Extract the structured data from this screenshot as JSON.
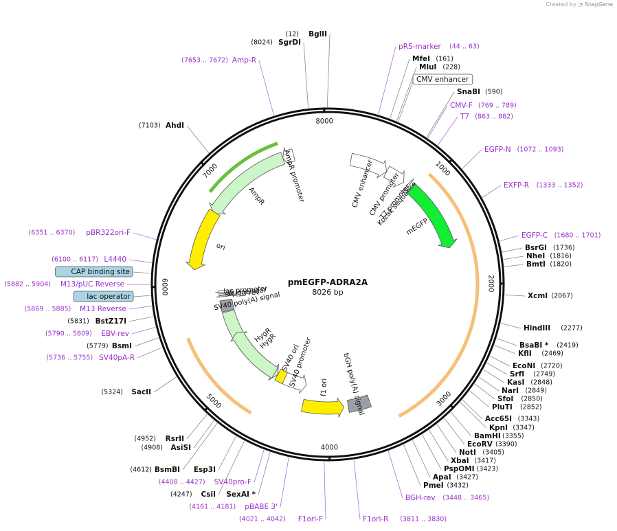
{
  "credit": {
    "prefix": "Created by",
    "brand": "SnapGene"
  },
  "title": "pmEGFP-ADRA2A",
  "size_text": "8026 bp",
  "total_bp": 8026,
  "ticks": [
    {
      "label": "1000",
      "pos": 1000
    },
    {
      "label": "2000",
      "pos": 2000
    },
    {
      "label": "3000",
      "pos": 3000
    },
    {
      "label": "4000",
      "pos": 4000
    },
    {
      "label": "5000",
      "pos": 5000
    },
    {
      "label": "6000",
      "pos": 6000
    },
    {
      "label": "7000",
      "pos": 7000
    },
    {
      "label": "8000",
      "pos": 8000
    }
  ],
  "features": [
    {
      "name": "AmpR promoter",
      "start": 7590,
      "end": 7695,
      "strand": -1,
      "color": "#ffffff"
    },
    {
      "name": "AmpR",
      "start": 6730,
      "end": 7590,
      "strand": -1,
      "color": "#ccf5c8"
    },
    {
      "name": "ori",
      "start": 6160,
      "end": 6745,
      "strand": -1,
      "color": "#ffee00"
    },
    {
      "name": "CMV enhancer",
      "start": 235,
      "end": 614,
      "strand": 1,
      "color": "#ffffff"
    },
    {
      "name": "CMV promoter",
      "start": 615,
      "end": 818,
      "strand": 1,
      "color": "#ffffff"
    },
    {
      "name": "T7 promoter",
      "start": 863,
      "end": 881,
      "strand": 1,
      "color": "#ffffff"
    },
    {
      "name": "Kozak sequence",
      "start": 904,
      "end": 913,
      "strand": 0,
      "color": "#ffffff"
    },
    {
      "name": "mEGFP",
      "start": 916,
      "end": 1635,
      "strand": 1,
      "color": "#11ee33"
    },
    {
      "name": "bGH poly(A) signal",
      "start": 3575,
      "end": 3800,
      "strand": 0,
      "color": "#9aa0a6"
    },
    {
      "name": "f1 ori",
      "start": 3846,
      "end": 4275,
      "strand": -1,
      "color": "#ffee00"
    },
    {
      "name": "SV40 promoter",
      "start": 4280,
      "end": 4610,
      "strand": -1,
      "color": "#ffffff"
    },
    {
      "name": "HygR",
      "start": 4660,
      "end": 5680,
      "strand": -1,
      "color": "#ccf5c8"
    },
    {
      "name": "SV40 ori",
      "start": 4560,
      "end": 4660,
      "strand": 0,
      "color": "#ffee00"
    },
    {
      "name": "HygR",
      "start": 4700,
      "end": 5400,
      "strand": 1,
      "color": "#ccf5c8"
    },
    {
      "name": "SV40 poly(A) signal",
      "start": 5690,
      "end": 5825,
      "strand": 0,
      "color": "#9aa0a6"
    },
    {
      "name": "M13 rev",
      "start": 5869,
      "end": 5885,
      "strand": -1,
      "color": "#ffffff"
    },
    {
      "name": "lac operator",
      "start": 5893,
      "end": 5909,
      "strand": 0,
      "color": "#ffffff"
    },
    {
      "name": "lac promoter",
      "start": 5917,
      "end": 5947,
      "strand": -1,
      "color": "#ffffff"
    }
  ],
  "orfs": [
    {
      "start": 950,
      "end": 3380,
      "strand": 1,
      "color": "#f6c078"
    },
    {
      "start": 4700,
      "end": 5550,
      "strand": 1,
      "color": "#f6c078"
    },
    {
      "start": 6870,
      "end": 7590,
      "strand": -1,
      "color": "#6abf3e"
    }
  ],
  "labels": [
    {
      "name": "BglII",
      "pos": "(12)",
      "kind": "enzyme"
    },
    {
      "name": "SgrDI",
      "pos": "(8024)",
      "kind": "enzyme"
    },
    {
      "name": "pRS-marker",
      "pos": "(44 .. 63)",
      "kind": "primer"
    },
    {
      "name": "MfeI",
      "pos": "(161)",
      "kind": "enzyme"
    },
    {
      "name": "MluI",
      "pos": "(228)",
      "kind": "enzyme"
    },
    {
      "name": "CMV enhancer",
      "pos": "",
      "kind": "boxed"
    },
    {
      "name": "SnaBI",
      "pos": "(590)",
      "kind": "enzyme"
    },
    {
      "name": "CMV-F",
      "pos": "(769 .. 789)",
      "kind": "primer"
    },
    {
      "name": "T7",
      "pos": "(863 .. 882)",
      "kind": "primer"
    },
    {
      "name": "EGFP-N",
      "pos": "(1072 .. 1093)",
      "kind": "primer"
    },
    {
      "name": "EXFP-R",
      "pos": "(1333 .. 1352)",
      "kind": "primer"
    },
    {
      "name": "EGFP-C",
      "pos": "(1680 .. 1701)",
      "kind": "primer"
    },
    {
      "name": "BsrGI",
      "pos": "(1736)",
      "kind": "enzyme"
    },
    {
      "name": "NheI",
      "pos": "(1816)",
      "kind": "enzyme"
    },
    {
      "name": "BmtI",
      "pos": "(1820)",
      "kind": "enzyme"
    },
    {
      "name": "XcmI",
      "pos": "(2067)",
      "kind": "enzyme"
    },
    {
      "name": "HindIII",
      "pos": "(2277)",
      "kind": "enzyme"
    },
    {
      "name": "BsaBI *",
      "pos": "(2419)",
      "kind": "enzyme"
    },
    {
      "name": "KflI",
      "pos": "(2469)",
      "kind": "enzyme"
    },
    {
      "name": "EcoNI",
      "pos": "(2720)",
      "kind": "enzyme"
    },
    {
      "name": "SrfI",
      "pos": "(2749)",
      "kind": "enzyme"
    },
    {
      "name": "KasI",
      "pos": "(2848)",
      "kind": "enzyme"
    },
    {
      "name": "NarI",
      "pos": "(2849)",
      "kind": "enzyme"
    },
    {
      "name": "SfoI",
      "pos": "(2850)",
      "kind": "enzyme"
    },
    {
      "name": "PluTI",
      "pos": "(2852)",
      "kind": "enzyme"
    },
    {
      "name": "Acc65I",
      "pos": "(3343)",
      "kind": "enzyme"
    },
    {
      "name": "KpnI",
      "pos": "(3347)",
      "kind": "enzyme"
    },
    {
      "name": "BamHI",
      "pos": "(3355)",
      "kind": "enzyme"
    },
    {
      "name": "EcoRV",
      "pos": "(3390)",
      "kind": "enzyme"
    },
    {
      "name": "NotI",
      "pos": "(3405)",
      "kind": "enzyme"
    },
    {
      "name": "XbaI",
      "pos": "(3417)",
      "kind": "enzyme"
    },
    {
      "name": "PspOMI",
      "pos": "(3423)",
      "kind": "enzyme"
    },
    {
      "name": "ApaI",
      "pos": "(3427)",
      "kind": "enzyme"
    },
    {
      "name": "PmeI",
      "pos": "(3432)",
      "kind": "enzyme"
    },
    {
      "name": "BGH-rev",
      "pos": "(3448 .. 3465)",
      "kind": "primer"
    },
    {
      "name": "F1ori-R",
      "pos": "(3811 .. 3830)",
      "kind": "primer"
    },
    {
      "name": "F1ori-F",
      "pos": "(4021 .. 4042)",
      "kind": "primer"
    },
    {
      "name": "pBABE 3'",
      "pos": "(4161 .. 4181)",
      "kind": "primer"
    },
    {
      "name": "SexAI *",
      "pos": "",
      "kind": "enzyme"
    },
    {
      "name": "CsiI",
      "pos": "(4247)",
      "kind": "enzyme"
    },
    {
      "name": "SV40pro-F",
      "pos": "(4408 .. 4427)",
      "kind": "primer"
    },
    {
      "name": "Esp3I",
      "pos": "",
      "kind": "enzyme"
    },
    {
      "name": "BsmBI",
      "pos": "(4612)",
      "kind": "enzyme"
    },
    {
      "name": "AsiSI",
      "pos": "(4908)",
      "kind": "enzyme"
    },
    {
      "name": "RsrII",
      "pos": "(4952)",
      "kind": "enzyme"
    },
    {
      "name": "SacII",
      "pos": "(5324)",
      "kind": "enzyme"
    },
    {
      "name": "SV40pA-R",
      "pos": "(5736 .. 5755)",
      "kind": "primer"
    },
    {
      "name": "BsmI",
      "pos": "(5779)",
      "kind": "enzyme"
    },
    {
      "name": "EBV-rev",
      "pos": "(5790 .. 5809)",
      "kind": "primer"
    },
    {
      "name": "BstZ17I",
      "pos": "(5831)",
      "kind": "enzyme"
    },
    {
      "name": "M13 Reverse",
      "pos": "(5869 .. 5885)",
      "kind": "primer"
    },
    {
      "name": "lac operator",
      "pos": "",
      "kind": "blue"
    },
    {
      "name": "M13/pUC Reverse",
      "pos": "(5882 .. 5904)",
      "kind": "primer"
    },
    {
      "name": "CAP binding site",
      "pos": "",
      "kind": "blue"
    },
    {
      "name": "L4440",
      "pos": "(6100 .. 6117)",
      "kind": "primer"
    },
    {
      "name": "pBR322ori-F",
      "pos": "(6351 .. 6370)",
      "kind": "primer"
    },
    {
      "name": "AhdI",
      "pos": "(7103)",
      "kind": "enzyme"
    },
    {
      "name": "Amp-R",
      "pos": "(7653 .. 7672)",
      "kind": "primer"
    }
  ],
  "colors": {
    "enzyme": "#111111",
    "primer": "#9b30c8",
    "ring": "#111111",
    "blue_box": "#a9d4e3"
  }
}
